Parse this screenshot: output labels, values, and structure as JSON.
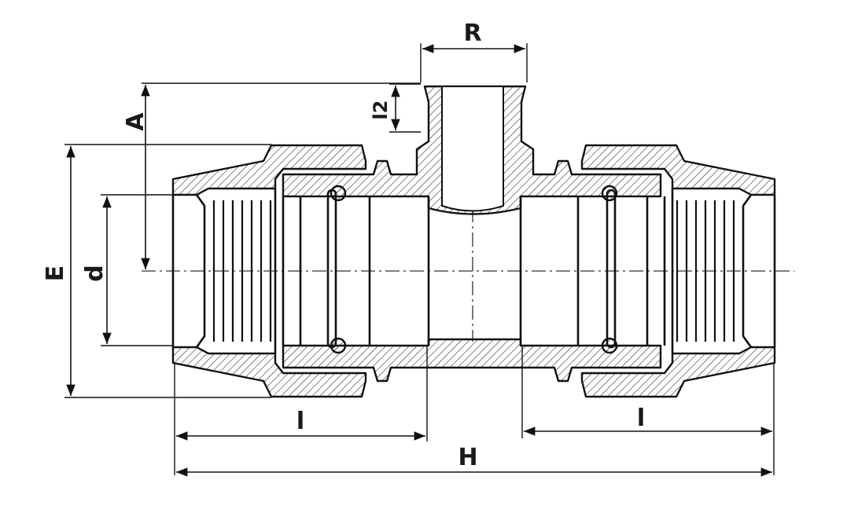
{
  "diagram": {
    "subject": "compression tee fitting with male threaded branch (cross-section)",
    "dimensions": {
      "R": "R",
      "A": "A",
      "l2": "l2",
      "E": "E",
      "d": "d",
      "l_left": "l",
      "l_right": "l",
      "H": "H"
    },
    "colors": {
      "line": "#111111",
      "background": "#ffffff"
    }
  }
}
